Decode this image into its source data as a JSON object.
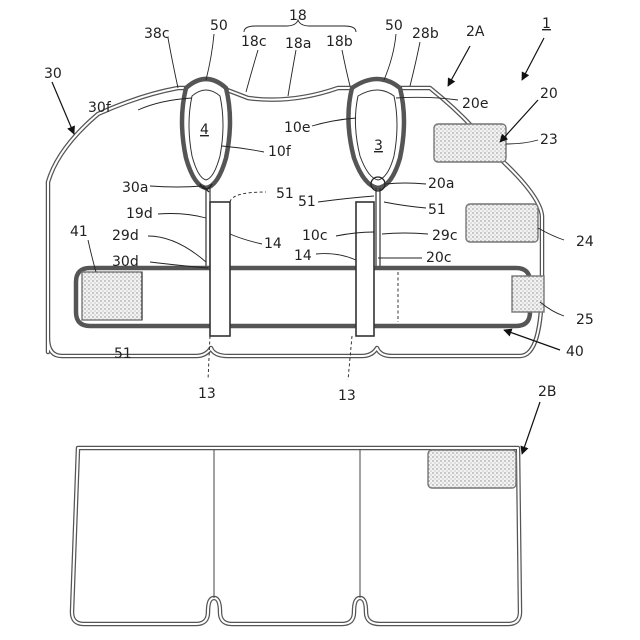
{
  "figure": {
    "labels": {
      "l18": "18",
      "l38c": "38c",
      "l50a": "50",
      "l18c": "18c",
      "l18a": "18a",
      "l18b": "18b",
      "l50b": "50",
      "l28b": "28b",
      "l2A": "2A",
      "l1": "1",
      "l30": "30",
      "l20": "20",
      "l30f": "30f",
      "l4": "4",
      "l3": "3",
      "l20e": "20e",
      "l10e": "10e",
      "l23": "23",
      "l10f": "10f",
      "l30a": "30a",
      "l20a": "20a",
      "l51a": "51",
      "l51b": "51",
      "l51c": "51",
      "l19d": "19d",
      "l24": "24",
      "l14a": "14",
      "l10c": "10c",
      "l29c": "29c",
      "l29d": "29d",
      "l14b": "14",
      "l30d": "30d",
      "l20c": "20c",
      "l41": "41",
      "l25": "25",
      "l40": "40",
      "l51d": "51",
      "l13a": "13",
      "l13b": "13",
      "l2B": "2B"
    }
  }
}
